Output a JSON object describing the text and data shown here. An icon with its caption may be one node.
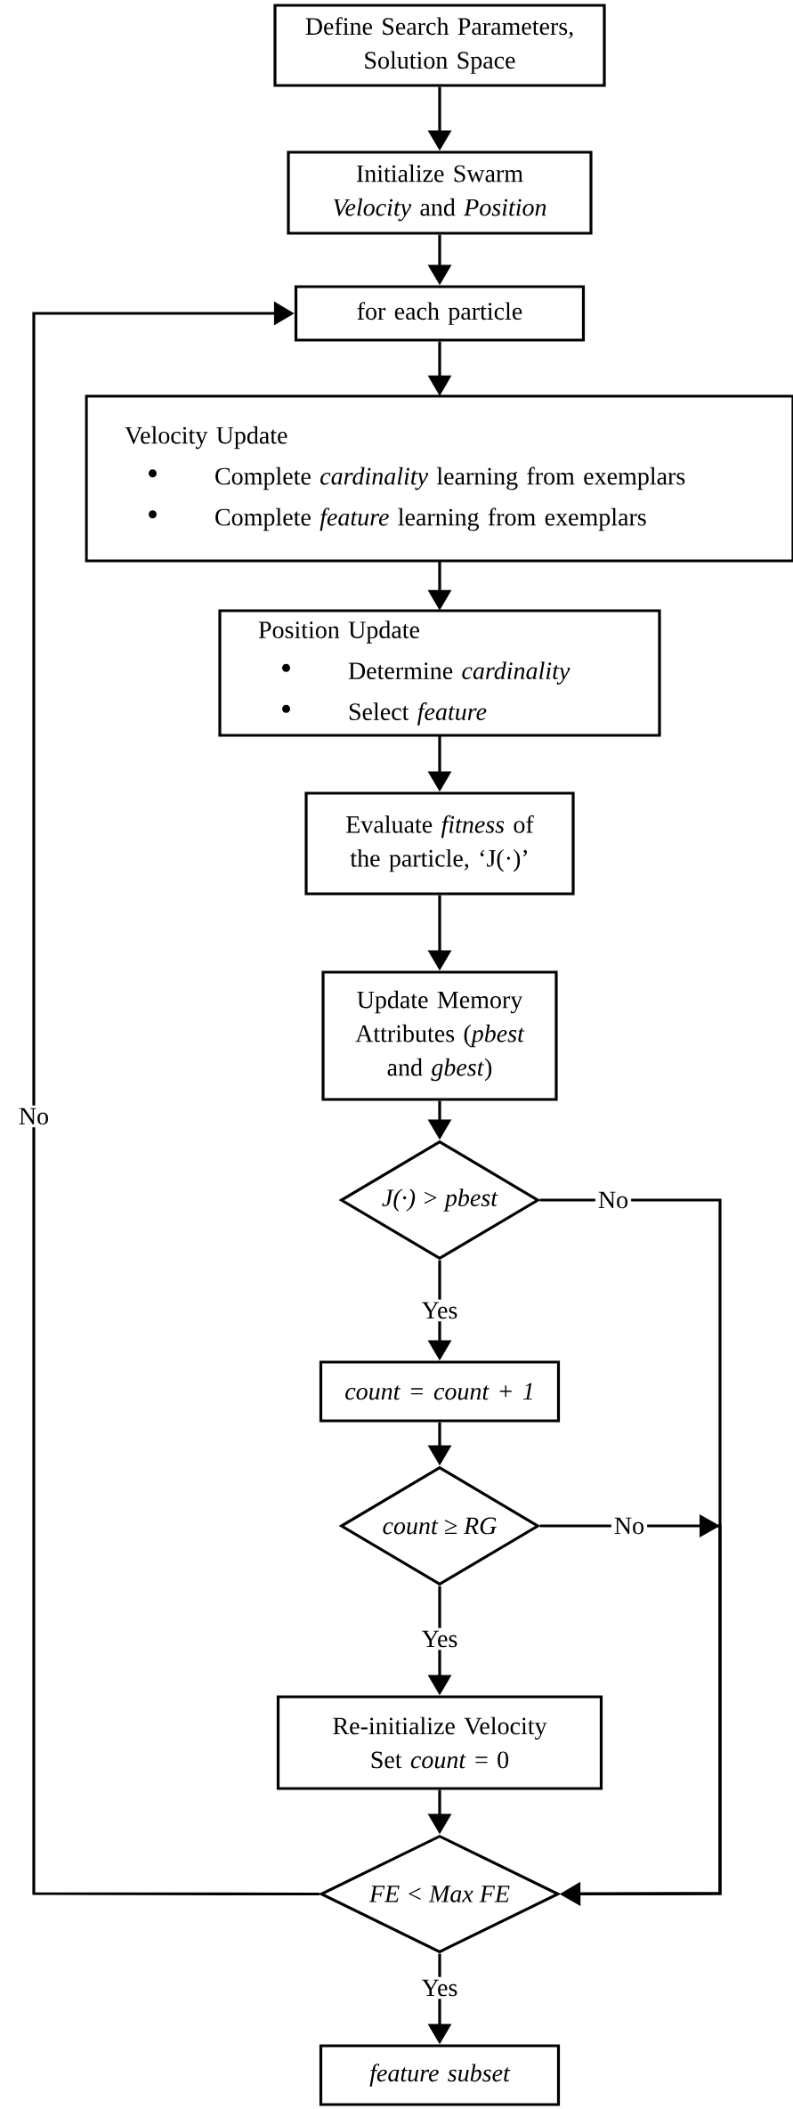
{
  "diagram": {
    "nodes": [
      {
        "text": [
          "Define Search Parameters, Solution Space"
        ]
      },
      {
        "text": [
          "Initialize Swarm",
          "*Velocity* and *Position*"
        ]
      },
      {
        "text": [
          "for each particle"
        ]
      },
      {
        "text": [
          "Velocity Update",
          "Complete *cardinality* learning from exemplars",
          "Complete *feature*  learning from exemplars"
        ]
      },
      {
        "text": [
          "Position Update",
          "Determine *cardinality*",
          "Select *feature*"
        ]
      },
      {
        "text": [
          "Evaluate *fitness* of the particle, ‘J(·)’"
        ]
      },
      {
        "text": [
          "Update Memory Attributes (*pbest* and *gbest*)"
        ]
      },
      {
        "text": [
          "J(·) > pbest"
        ]
      },
      {
        "text": [
          "count = count + 1"
        ]
      },
      {
        "text": [
          "count ≥ RG"
        ]
      },
      {
        "text": [
          "Re-initialize Velocity",
          "Set *count* = 0"
        ]
      },
      {
        "text": [
          "FE < Max FE"
        ]
      },
      {
        "text": [
          "feature subset"
        ]
      }
    ],
    "edges": [
      {
        "from": 0,
        "to": 1,
        "arrow": "to"
      },
      {
        "from": 1,
        "to": 2,
        "arrow": "to"
      },
      {
        "from": 2,
        "to": 3,
        "arrow": "to"
      },
      {
        "from": 3,
        "to": 4,
        "arrow": "to"
      },
      {
        "from": 4,
        "to": 5,
        "arrow": "to"
      },
      {
        "from": 5,
        "to": 6,
        "arrow": "to"
      },
      {
        "from": 6,
        "to": 7,
        "arrow": "to"
      },
      {
        "from": 7,
        "to": 8,
        "arrow": "to",
        "label": "Yes"
      },
      {
        "from": 7,
        "to": 11,
        "arrow": "to",
        "label": "No"
      },
      {
        "from": 8,
        "to": 9,
        "arrow": "to"
      },
      {
        "from": 9,
        "to": 11,
        "arrow": "to",
        "label": "No"
      },
      {
        "from": 9,
        "to": 10,
        "arrow": "to",
        "label": "Yes"
      },
      {
        "from": 10,
        "to": 11,
        "arrow": "to"
      },
      {
        "from": 11,
        "to": 2,
        "arrow": "to",
        "label": "No"
      },
      {
        "from": 11,
        "to": 12,
        "arrow": "to",
        "label": "Yes"
      }
    ]
  }
}
